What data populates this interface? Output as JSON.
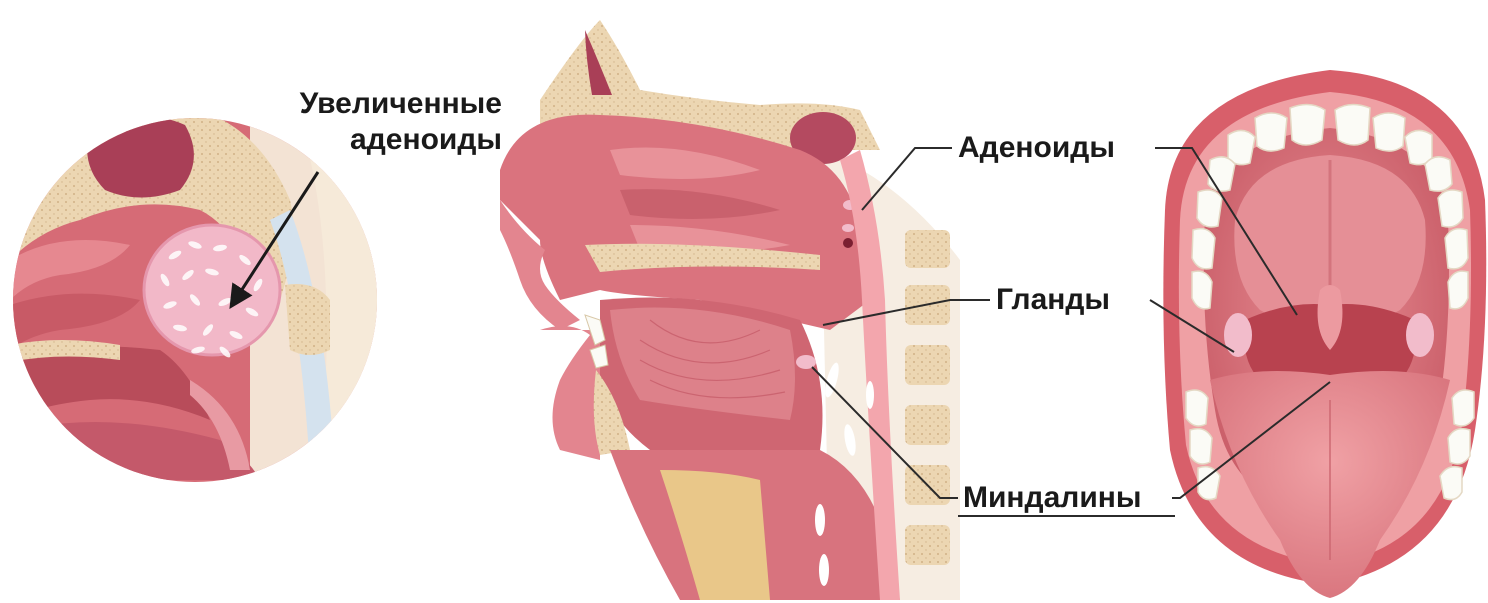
{
  "labels": {
    "enlarged_adenoids_line1": "Увеличенные",
    "enlarged_adenoids_line2": "аденоиды",
    "adenoids": "Аденоиды",
    "glands": "Гланды",
    "tonsils": "Миндалины"
  },
  "colors": {
    "tissue": "#d9737d",
    "tissue_dark": "#b84a58",
    "tissue_light": "#f0a7ae",
    "bone": "#ead3ae",
    "bone_dots": "#c9a77a",
    "teeth": "#fbfbf6",
    "adenoid_pink": "#f2bccb",
    "cavity": "#8e2a3c",
    "lines": "#2b2b2b"
  }
}
